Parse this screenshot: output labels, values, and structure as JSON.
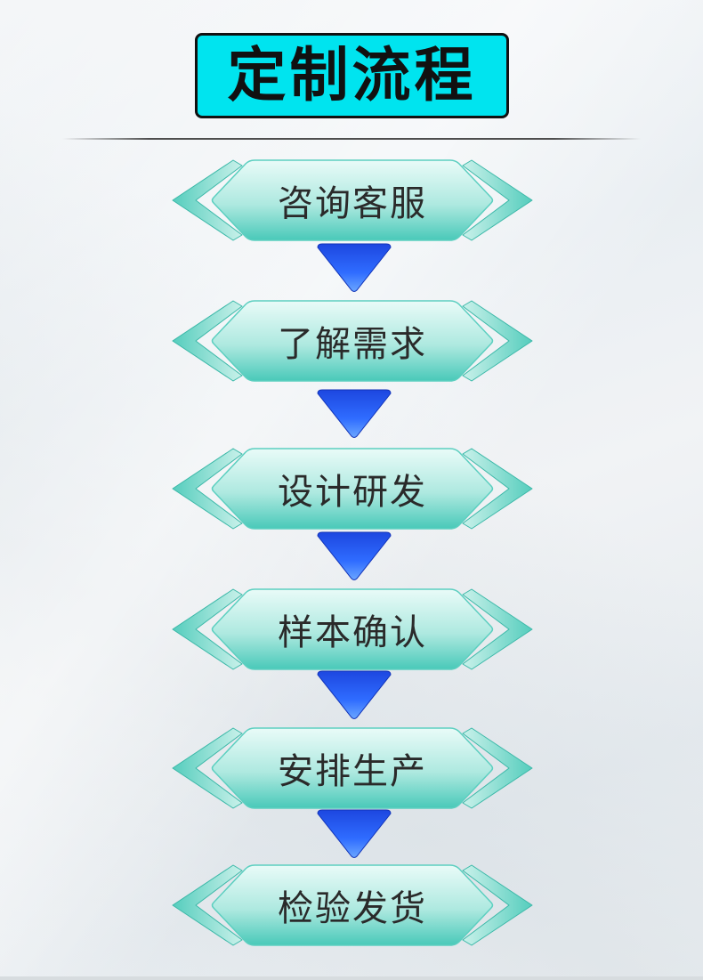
{
  "title": "定制流程",
  "steps": [
    {
      "label": "咨询客服"
    },
    {
      "label": "了解需求"
    },
    {
      "label": "设计研发"
    },
    {
      "label": "样本确认"
    },
    {
      "label": "安排生产"
    },
    {
      "label": "检验发货"
    }
  ],
  "colors": {
    "title_bg": "#00e4ef",
    "step_teal_light": "#dff7f4",
    "step_teal_dark": "#43c8b8",
    "arrow_blue_light": "#4a8cff",
    "arrow_blue_dark": "#0f39d6"
  }
}
